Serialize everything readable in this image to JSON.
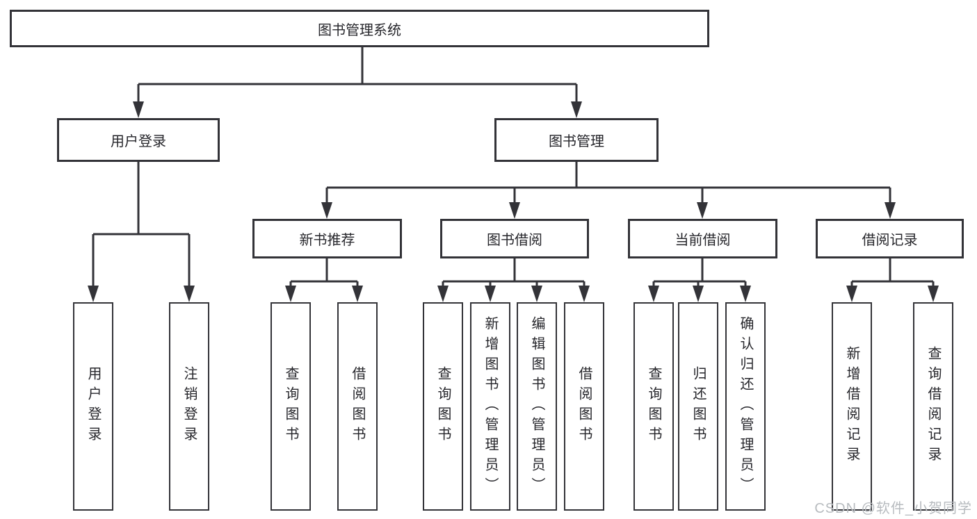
{
  "tree": {
    "root": "图书管理系统",
    "children": [
      {
        "label": "用户登录",
        "children": [
          "用户登录",
          "注销登录"
        ]
      },
      {
        "label": "图书管理",
        "children": [
          {
            "label": "新书推荐",
            "children": [
              "查询图书",
              "借阅图书"
            ]
          },
          {
            "label": "图书借阅",
            "children": [
              "查询图书",
              "新增图书（管理员）",
              "编辑图书（管理员）",
              "借阅图书"
            ]
          },
          {
            "label": "当前借阅",
            "children": [
              "查询图书",
              "归还图书",
              "确认归还（管理员）"
            ]
          },
          {
            "label": "借阅记录",
            "children": [
              "新增借阅记录",
              "查询借阅记录"
            ]
          }
        ]
      }
    ]
  },
  "watermark": {
    "text": "CSDN @软件_小贺同学"
  },
  "colors": {
    "line": "#333338",
    "text": "#26262b",
    "watermark": "#b7bbbf",
    "background": "#ffffff"
  }
}
